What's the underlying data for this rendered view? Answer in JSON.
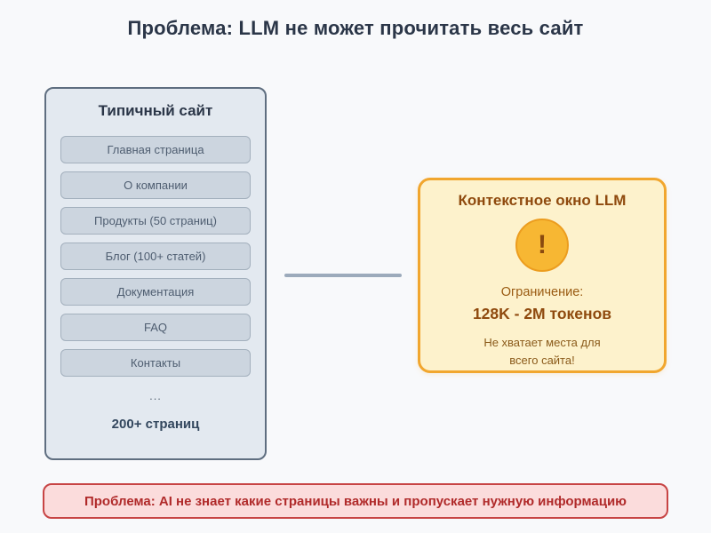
{
  "page": {
    "title": "Проблема: LLM не может прочитать весь сайт",
    "background_color": "#f8f9fb"
  },
  "site_box": {
    "title": "Типичный сайт",
    "pages": [
      "Главная страница",
      "О компании",
      "Продукты (50 страниц)",
      "Блог (100+ статей)",
      "Документация",
      "FAQ",
      "Контакты"
    ],
    "ellipsis": "...",
    "total": "200+ страниц"
  },
  "context_box": {
    "title": "Контекстное окно LLM",
    "warning_glyph": "!",
    "limit_label": "Ограничение:",
    "limit_value": "128K - 2M токенов",
    "note_line1": "Не хватает места для",
    "note_line2": "всего сайта!"
  },
  "problem_banner": {
    "text": "Проблема: AI не знает какие страницы важны и пропускает нужную информацию"
  },
  "colors": {
    "title_text": "#2b3648",
    "site_panel_bg": "#e3e9f0",
    "site_panel_border": "#5f6e80",
    "site_item_bg": "#ccd5df",
    "connector": "#9caabb",
    "warning_bg": "#fdf2cc",
    "warning_border": "#f1a62e",
    "warning_circle": "#f7b733",
    "warning_text": "#8f4a0e",
    "error_bg": "#fbdcdc",
    "error_border": "#c74444",
    "error_text": "#b02a2a"
  }
}
